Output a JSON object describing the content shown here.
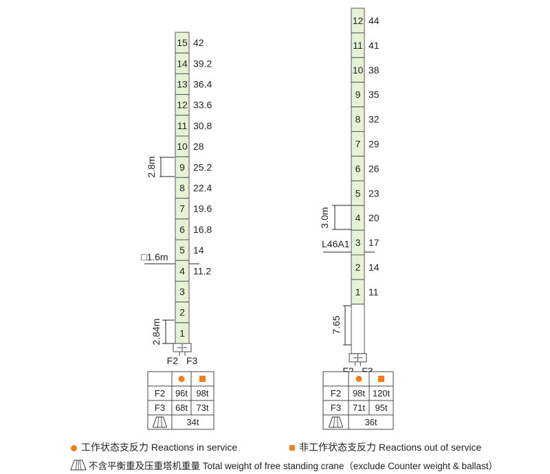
{
  "legend": {
    "in_service": "工作状态支反力  Reactions in service",
    "out_of_service": "非工作状态支反力  Reactions out of service",
    "weight": "不含平衡重及压重塔机重量  Total weight of free standing crane（exclude Counter weight & ballast）",
    "accent_color": "#f07c1a",
    "section_fill": "#e6f2d8"
  },
  "tower_left": {
    "sections": [
      {
        "n": "15",
        "h": "42"
      },
      {
        "n": "14",
        "h": "39.2"
      },
      {
        "n": "13",
        "h": "36.4"
      },
      {
        "n": "12",
        "h": "33.6"
      },
      {
        "n": "11",
        "h": "30.8"
      },
      {
        "n": "10",
        "h": "28"
      },
      {
        "n": "9",
        "h": "25.2"
      },
      {
        "n": "8",
        "h": "22.4"
      },
      {
        "n": "7",
        "h": "19.6"
      },
      {
        "n": "6",
        "h": "16.8"
      },
      {
        "n": "5",
        "h": "14"
      },
      {
        "n": "4",
        "h": "11.2"
      },
      {
        "n": "3",
        "h": ""
      },
      {
        "n": "2",
        "h": ""
      },
      {
        "n": "1",
        "h": ""
      }
    ],
    "dim_section": "2.8m",
    "dim_base": "2.84m",
    "mast_size": "□1.6m",
    "f2": "F2",
    "f3": "F3",
    "table": {
      "rows": [
        {
          "label": "F2",
          "in": "96t",
          "out": "98t"
        },
        {
          "label": "F3",
          "in": "68t",
          "out": "73t"
        }
      ],
      "weight": "34t"
    }
  },
  "tower_right": {
    "sections": [
      {
        "n": "12",
        "h": "44"
      },
      {
        "n": "11",
        "h": "41"
      },
      {
        "n": "10",
        "h": "38"
      },
      {
        "n": "9",
        "h": "35"
      },
      {
        "n": "8",
        "h": "32"
      },
      {
        "n": "7",
        "h": "29"
      },
      {
        "n": "6",
        "h": "26"
      },
      {
        "n": "5",
        "h": "23"
      },
      {
        "n": "4",
        "h": "20"
      },
      {
        "n": "3",
        "h": "17"
      },
      {
        "n": "2",
        "h": "14"
      },
      {
        "n": "1",
        "h": "11"
      }
    ],
    "dim_section": "3.0m",
    "dim_base": "7.65",
    "mast_type": "L46A1",
    "f2": "F2",
    "f3": "F3",
    "table": {
      "rows": [
        {
          "label": "F2",
          "in": "98t",
          "out": "120t"
        },
        {
          "label": "F3",
          "in": "71t",
          "out": "95t"
        }
      ],
      "weight": "36t"
    }
  }
}
